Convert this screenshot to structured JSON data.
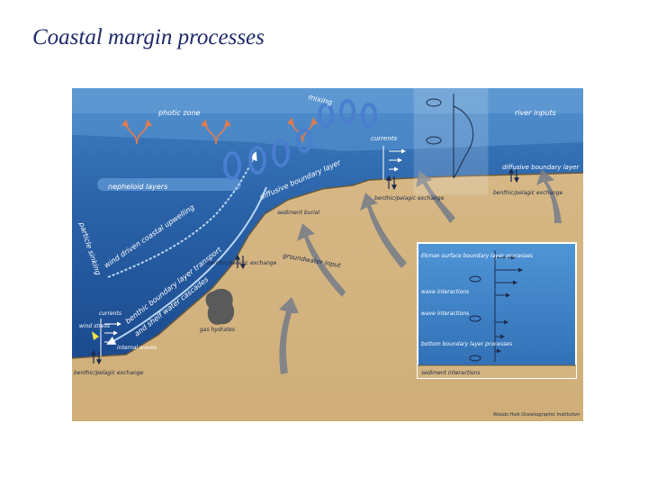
{
  "slide": {
    "title": "Coastal margin processes"
  },
  "labels": {
    "photic_zone": "photic zone",
    "particle_sinking": "particle sinking",
    "nepheloid_layers": "nepheloid layers",
    "wind_driven_upwelling": "wind driven coastal upwelling",
    "benthic_boundary_transport": "benthic boundary layer transport",
    "shelf_cascades": "and shelf water cascades",
    "mixing": "mixing",
    "diffusive_boundary_layer_slope": "diffusive boundary layer",
    "river_inputs": "river inputs",
    "currents_top": "currents",
    "diffusive_boundary_layer_shelf": "diffusive boundary layer",
    "sediment_burial": "sediment burial",
    "benthic_pelagic_exchange_left": "benthic/pelagic exchange",
    "benthic_pelagic_exchange_mid": "benthic/pelagic exchange",
    "benthic_pelagic_exchange_right": "benthic/pelagic exchange",
    "benthic_pelagic_exchange_bottom": "benthic/pelagic exchange",
    "groundwater_input": "groundwater input",
    "gas_hydrates": "gas hydrates",
    "currents_left": "currents",
    "internal_waves": "internal waves",
    "wind_stress": "wind stress"
  },
  "inset": {
    "surface_layer": "Ekman surface boundary layer processes",
    "wave_interactions_1": "wave interactions",
    "wave_interactions_2": "wave interactions",
    "bottom_layer": "bottom boundary layer processes",
    "sediment_interactions": "sediment interactions"
  },
  "credit": "Woods Hole Oceanographic Institution"
}
